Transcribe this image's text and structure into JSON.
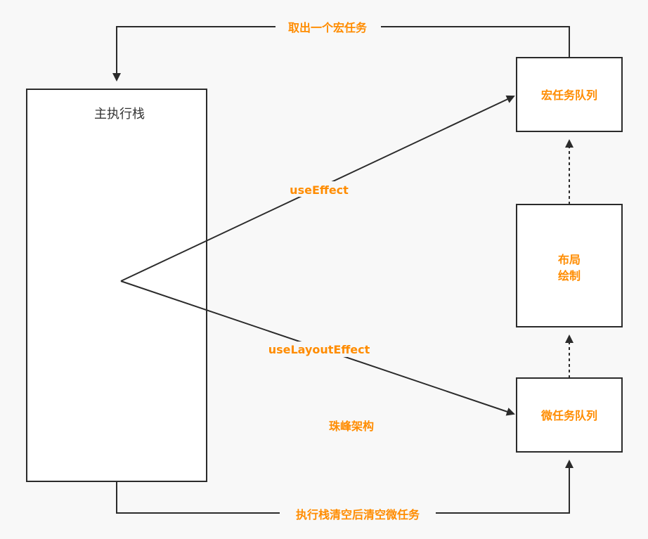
{
  "nodes": {
    "main_stack": "主执行栈",
    "macro_queue": "宏任务队列",
    "layout_paint": [
      "布局",
      "绘制"
    ],
    "micro_queue": "微任务队列"
  },
  "edge_labels": {
    "take_macro": "取出一个宏任务",
    "use_effect": "useEffect",
    "use_layout_effect": "useLayoutEffect",
    "flush_micro": "执行栈清空后清空微任务"
  },
  "watermark": "珠峰架构",
  "colors": {
    "accent": "#ff8c00",
    "stroke": "#2b2b2b",
    "node_fill": "#ffffff",
    "background": "#f8f8f8",
    "main_label": "#333333"
  }
}
